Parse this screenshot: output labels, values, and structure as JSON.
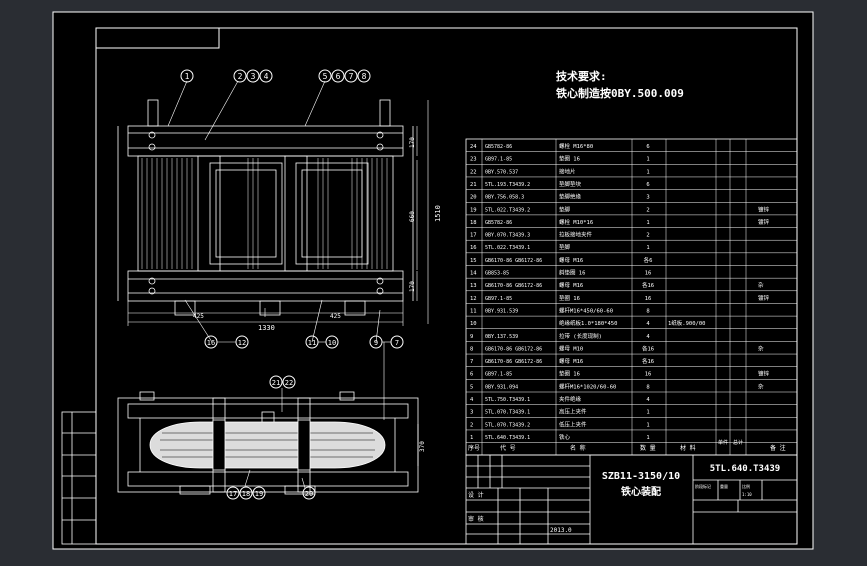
{
  "colors": {
    "viewport_bg": "#2a2d33",
    "sheet_bg": "#000000",
    "line": "#ffffff",
    "balloon": "#ffffff",
    "fill_core": "#dcdcdc"
  },
  "tech_requirements": {
    "heading": "技术要求:",
    "line1": "铁心制造按0BY.500.009"
  },
  "balloons": {
    "top": [
      "1",
      "2",
      "3",
      "4",
      "5",
      "6",
      "7",
      "8"
    ],
    "bottom_left": [
      "16",
      "12"
    ],
    "bottom_mid": [
      "11",
      "10"
    ],
    "bottom_right": [
      "9",
      "7"
    ],
    "plan_top": [
      "21",
      "22"
    ],
    "plan_bottom": [
      "17",
      "18",
      "19"
    ],
    "plan_bottom_right": [
      "20"
    ]
  },
  "dimensions": {
    "width_overall": "1330",
    "half_left": "425",
    "half_right": "425",
    "height_overall": "1510",
    "height_window": "660",
    "height_top_yoke": "170",
    "height_bottom_yoke": "170",
    "plan_depth": "370"
  },
  "bom_rows": [
    {
      "no": "24",
      "code": "GB5782-86",
      "name": "螺栓 M16*80",
      "qty": "6",
      "mat": "",
      "note": ""
    },
    {
      "no": "23",
      "code": "GB97.1-85",
      "name": "垫圈 16",
      "qty": "1",
      "mat": "",
      "note": ""
    },
    {
      "no": "22",
      "code": "0BY.570.537",
      "name": "接地片",
      "qty": "1",
      "mat": "",
      "note": ""
    },
    {
      "no": "21",
      "code": "5TL.193.T3439.2",
      "name": "垫脚垫块",
      "qty": "6",
      "mat": "",
      "note": ""
    },
    {
      "no": "20",
      "code": "0BY.756.058.3",
      "name": "垫脚绝缘",
      "qty": "3",
      "mat": "",
      "note": ""
    },
    {
      "no": "19",
      "code": "5TL.022.T3439.2",
      "name": "垫脚",
      "qty": "2",
      "mat": "",
      "note": "镀锌"
    },
    {
      "no": "18",
      "code": "GB5782-86",
      "name": "螺栓 M10*16",
      "qty": "1",
      "mat": "",
      "note": "镀锌"
    },
    {
      "no": "17",
      "code": "0BY.070.T3439.3",
      "name": "拉板接地夹件",
      "qty": "2",
      "mat": "",
      "note": ""
    },
    {
      "no": "16",
      "code": "5TL.022.T3439.1",
      "name": "垫脚",
      "qty": "1",
      "mat": "",
      "note": ""
    },
    {
      "no": "15",
      "code": "GB6170-86 GB6172-86",
      "name": "螺母 M16",
      "qty": "各6",
      "mat": "",
      "note": ""
    },
    {
      "no": "14",
      "code": "GB853-85",
      "name": "斜垫圈 16",
      "qty": "16",
      "mat": "",
      "note": ""
    },
    {
      "no": "13",
      "code": "GB6170-86 GB6172-86",
      "name": "螺母 M16",
      "qty": "各16",
      "mat": "",
      "note": "杂"
    },
    {
      "no": "12",
      "code": "GB97.1-85",
      "name": "垫圈 16",
      "qty": "16",
      "mat": "",
      "note": "镀锌"
    },
    {
      "no": "11",
      "code": "0BY.931.539",
      "name": "螺杆M16*450/60-60",
      "qty": "8",
      "mat": "",
      "note": ""
    },
    {
      "no": "10",
      "code": "",
      "name": "绝缘纸板1.0*180*450",
      "qty": "4",
      "mat": "1纸板.900/00",
      "note": ""
    },
    {
      "no": "9",
      "code": "0BY.137.539",
      "name": "拉带 (长度现制)",
      "qty": "4",
      "mat": "",
      "note": ""
    },
    {
      "no": "8",
      "code": "GB6170-86 GB6172-86",
      "name": "螺母 M10",
      "qty": "各16",
      "mat": "",
      "note": "杂"
    },
    {
      "no": "7",
      "code": "GB6170-86 GB6172-86",
      "name": "螺母 M16",
      "qty": "各16",
      "mat": "",
      "note": ""
    },
    {
      "no": "6",
      "code": "GB97.1-85",
      "name": "垫圈 16",
      "qty": "16",
      "mat": "",
      "note": "镀锌"
    },
    {
      "no": "5",
      "code": "0BY.931.094",
      "name": "螺杆M16*1020/60-60",
      "qty": "8",
      "mat": "",
      "note": "杂"
    },
    {
      "no": "4",
      "code": "5TL.750.T3439.1",
      "name": "夹件绝缘",
      "qty": "4",
      "mat": "",
      "note": ""
    },
    {
      "no": "3",
      "code": "5TL.070.T3439.1",
      "name": "高压上夹件",
      "qty": "1",
      "mat": "",
      "note": ""
    },
    {
      "no": "2",
      "code": "5TL.070.T3439.2",
      "name": "低压上夹件",
      "qty": "1",
      "mat": "",
      "note": ""
    },
    {
      "no": "1",
      "code": "5TL.640.T3439.1",
      "name": "铁心",
      "qty": "1",
      "mat": "",
      "note": ""
    }
  ],
  "bom_header": {
    "no": "序号",
    "code": "代 号",
    "name": "名 称",
    "qty": "数 量",
    "mat": "材 料",
    "weight1": "单件",
    "weight2": "总计",
    "note": "备 注"
  },
  "title_block": {
    "model": "SZB11-3150/10",
    "title": "铁心装配",
    "drawing_no": "5TL.640.T3439",
    "design": "设 计",
    "check": "审 核",
    "date": "2013.0",
    "stage_label": "阶段标记",
    "weight_label": "重量",
    "scale_label": "比例",
    "scale": "1:10"
  }
}
